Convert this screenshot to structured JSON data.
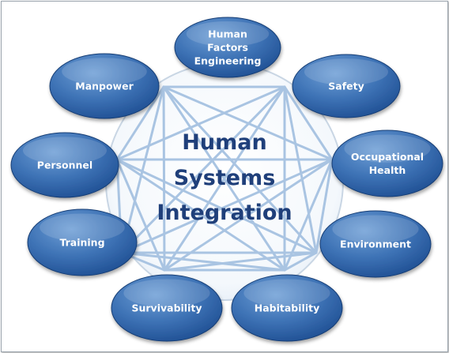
{
  "center": {
    "lines": [
      "Human",
      "Systems",
      "Integration"
    ]
  },
  "nodes": [
    {
      "id": "human-factors-engineering",
      "lines": [
        "Human",
        "Factors",
        "Engineering"
      ]
    },
    {
      "id": "safety",
      "lines": [
        "Safety"
      ]
    },
    {
      "id": "occupational-health",
      "lines": [
        "Occupational",
        "Health"
      ]
    },
    {
      "id": "environment",
      "lines": [
        "Environment"
      ]
    },
    {
      "id": "habitability",
      "lines": [
        "Habitability"
      ]
    },
    {
      "id": "survivability",
      "lines": [
        "Survivability"
      ]
    },
    {
      "id": "training",
      "lines": [
        "Training"
      ]
    },
    {
      "id": "personnel",
      "lines": [
        "Personnel"
      ]
    },
    {
      "id": "manpower",
      "lines": [
        "Manpower"
      ]
    }
  ],
  "colors": {
    "node_fill_light": "#4f86c6",
    "node_fill_dark": "#1f4f93",
    "node_stroke": "#163e75",
    "web_line": "#a9c4e2",
    "center_text": "#1f3f7a"
  }
}
